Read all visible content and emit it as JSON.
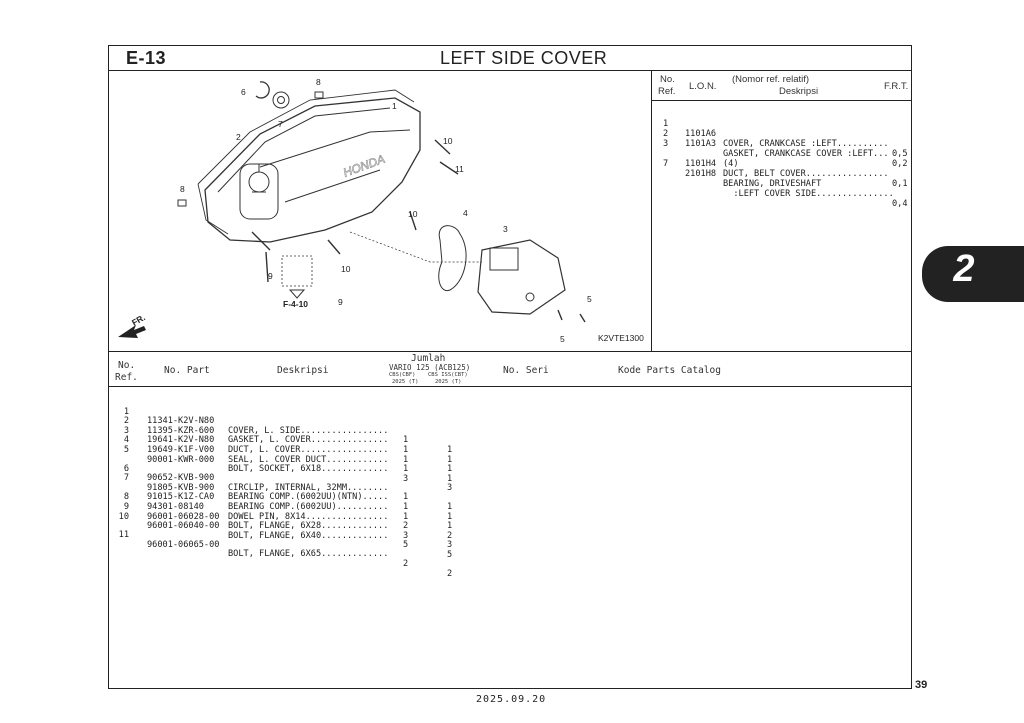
{
  "header": {
    "section_code": "E-13",
    "title": "LEFT SIDE COVER"
  },
  "diagram": {
    "image_code": "K2VTE1300",
    "ref_label": "F-4-10",
    "fr_label": "FR.",
    "brand_text": "HONDA",
    "callouts": [
      "1",
      "2",
      "3",
      "4",
      "5",
      "5",
      "6",
      "7",
      "8",
      "8",
      "9",
      "9",
      "10",
      "10",
      "10",
      "11"
    ]
  },
  "lon_table": {
    "headers": {
      "no": "No.",
      "ref": "Ref.",
      "lon": "L.O.N.",
      "relative": "(Nomor ref. relatif)",
      "desc": "Deskripsi",
      "frt": "F.R.T."
    },
    "rows": [
      {
        "ref": "1",
        "lon": "1101A6",
        "desc": "COVER, CRANKCASE :LEFT..........",
        "frt": "0,5"
      },
      {
        "ref": "2",
        "lon": "1101A3",
        "desc": "GASKET, CRANKCASE COVER :LEFT...",
        "frt": "0,2"
      },
      {
        "ref": "3",
        "lon": "",
        "desc": "(4)",
        "frt": ""
      },
      {
        "ref": "",
        "lon": "1101H4",
        "desc": "DUCT, BELT COVER................",
        "frt": "0,1"
      },
      {
        "ref": "7",
        "lon": "2101H8",
        "desc": "BEARING, DRIVESHAFT",
        "frt": ""
      },
      {
        "ref": "",
        "lon": "",
        "desc": "  :LEFT COVER SIDE...............",
        "frt": "0,4"
      }
    ]
  },
  "parts_table": {
    "headers": {
      "no": "No.",
      "ref": "Ref.",
      "part": "No. Part",
      "desc": "Deskripsi",
      "qty": "Jumlah",
      "model": "VARIO 125 (ACB125)",
      "col1": "CBS(CBF)",
      "col1b": "2025 (T)",
      "col2": "CBS ISS(CBT)",
      "col2b": "2025 (T)",
      "serial": "No. Seri",
      "catalog": "Kode Parts Catalog"
    },
    "rows": [
      {
        "ref": "1",
        "part": "11341-K2V-N80",
        "desc": "COVER, L. SIDE.................",
        "q1": "1",
        "q2": "1"
      },
      {
        "ref": "2",
        "part": "11395-KZR-600",
        "desc": "GASKET, L. COVER...............",
        "q1": "1",
        "q2": "1"
      },
      {
        "ref": "3",
        "part": "19641-K2V-N80",
        "desc": "DUCT, L. COVER.................",
        "q1": "1",
        "q2": "1"
      },
      {
        "ref": "4",
        "part": "19649-K1F-V00",
        "desc": "SEAL, L. COVER DUCT............",
        "q1": "1",
        "q2": "1"
      },
      {
        "ref": "5",
        "part": "90001-KWR-000",
        "desc": "BOLT, SOCKET, 6X18.............",
        "q1": "3",
        "q2": "3"
      },
      {
        "ref": "6",
        "part": "90652-KVB-900",
        "desc": "CIRCLIP, INTERNAL, 32MM........",
        "q1": "1",
        "q2": "1"
      },
      {
        "ref": "7",
        "part": "91805-KVB-900",
        "desc": "BEARING COMP.(6002UU)(NTN).....",
        "q1": "1",
        "q2": "1"
      },
      {
        "ref": "",
        "part": "91015-K1Z-CA0",
        "desc": "BEARING COMP.(6002UU)..........",
        "q1": "1",
        "q2": "1"
      },
      {
        "ref": "8",
        "part": "94301-08140",
        "desc": "DOWEL PIN, 8X14................",
        "q1": "2",
        "q2": "2"
      },
      {
        "ref": "9",
        "part": "96001-06028-00",
        "desc": "BOLT, FLANGE, 6X28.............",
        "q1": "3",
        "q2": "3"
      },
      {
        "ref": "10",
        "part": "96001-06040-00",
        "desc": "BOLT, FLANGE, 6X40.............",
        "q1": "5",
        "q2": "5"
      },
      {
        "ref": "11",
        "part": "96001-06065-00",
        "desc": "BOLT, FLANGE, 6X65.............",
        "q1": "2",
        "q2": "2"
      }
    ]
  },
  "section_tab": {
    "number": "2"
  },
  "footer": {
    "page_number": "39",
    "date": "2025.09.20"
  }
}
